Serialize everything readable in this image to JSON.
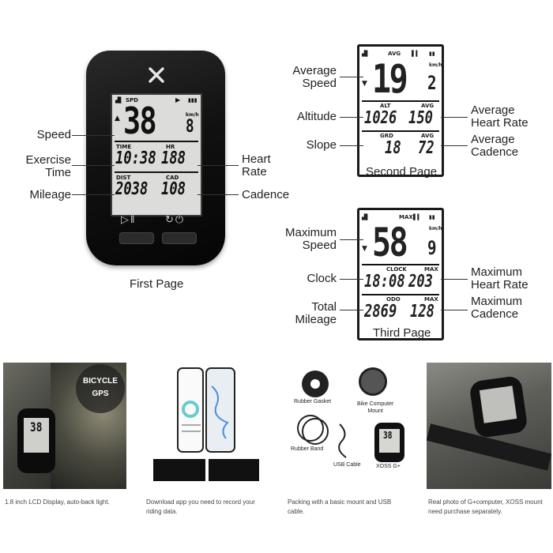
{
  "device": {
    "status_left": "SPD",
    "speed_big": "38",
    "speed_small": "8",
    "speed_unit": "km/h",
    "time_label": "TIME",
    "time_value": "10:38",
    "hr_label": "HR",
    "hr_value": "188",
    "dist_label": "DIST",
    "dist_value": "2038",
    "cad_label": "CAD",
    "cad_value": "108",
    "caption": "First Page"
  },
  "left_labels": {
    "speed": "Speed",
    "exercise_time": "Exercise\nTime",
    "mileage": "Mileage"
  },
  "right_labels": {
    "heart_rate": "Heart\nRate",
    "cadence": "Cadence"
  },
  "second_page": {
    "top_label": "AVG",
    "speed_big": "19",
    "speed_small": "2",
    "alt_label": "ALT",
    "alt_value": "1026",
    "avg_label": "AVG",
    "avg_hr": "150",
    "grd_label": "GRD",
    "grd_value": "18",
    "avg_label2": "AVG",
    "avg_cad": "72",
    "left": {
      "avg_speed": "Average\nSpeed",
      "altitude": "Altitude",
      "slope": "Slope"
    },
    "right": {
      "avg_hr": "Average\nHeart Rate",
      "avg_cad": "Average\nCadence"
    },
    "caption": "Second Page"
  },
  "third_page": {
    "top_label": "MAX",
    "speed_big": "58",
    "speed_small": "9",
    "clock_label": "CLOCK",
    "clock_value": "18:08",
    "max_hr": "203",
    "odo_label": "ODO",
    "odo_value": "2869",
    "max_label": "MAX",
    "max_label2": "MAX",
    "max_cad": "128",
    "left": {
      "max_speed": "Maximum\nSpeed",
      "clock": "Clock",
      "total_mileage": "Total\nMileage"
    },
    "right": {
      "max_hr": "Maximum\nHeart Rate",
      "max_cad": "Maximum\nCadence"
    },
    "caption": "Third Page"
  },
  "bottom": {
    "tile1_badge": "BICYCLE\nGPS",
    "tile1_screen": "38",
    "tile1_desc": "1.8 inch LCD Display, auto-back light.",
    "tile2_desc": "Download app you need to record your riding data.",
    "tile3_items": {
      "gasket": "Rubber Gasket",
      "mount": "Bike Computer\nMount",
      "band": "Rubber Band",
      "cable": "USB Cable",
      "device": "XOSS G+",
      "device_screen": "38"
    },
    "tile3_desc": "Packing with a basic mount and USB cable.",
    "tile4_desc": "Real photo of G+computer, XOSS mount need purchase separately."
  }
}
